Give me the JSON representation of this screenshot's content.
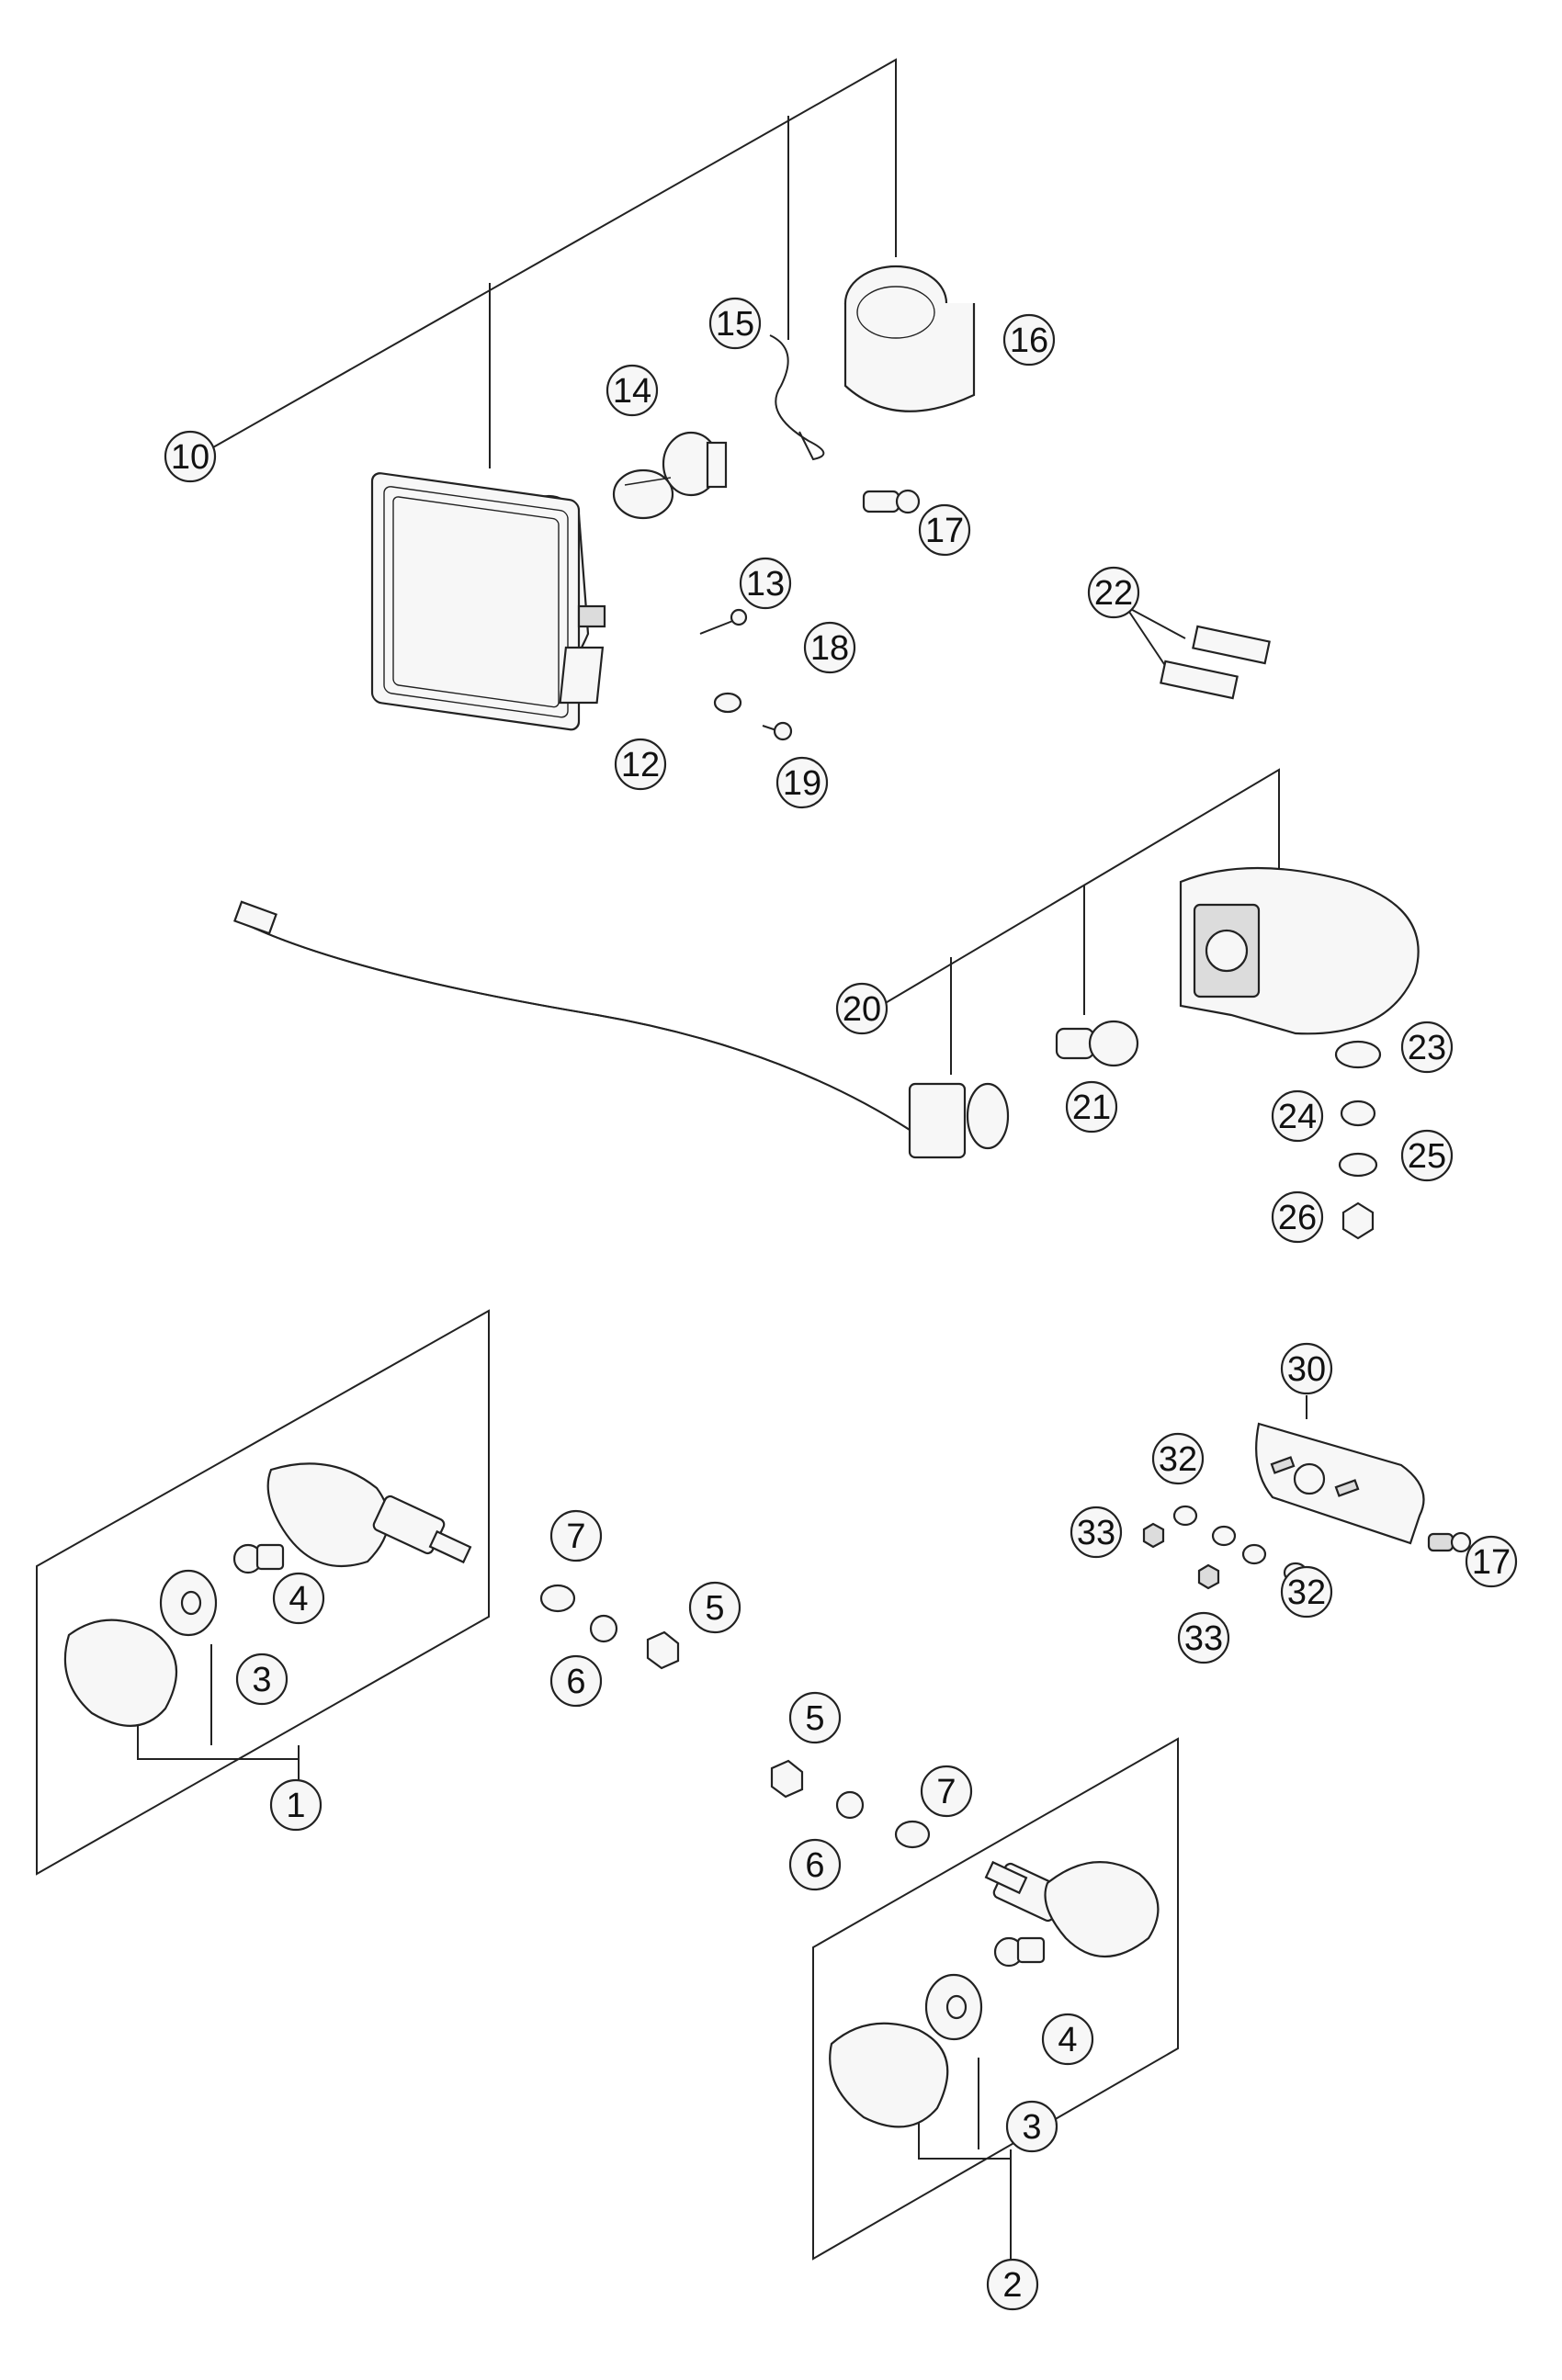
{
  "diagram": {
    "type": "exploded-parts-diagram",
    "callouts": {
      "c10": "10",
      "c14": "14",
      "c15": "15",
      "c16": "16",
      "c17a": "17",
      "c13": "13",
      "c18": "18",
      "c12": "12",
      "c19": "19",
      "c22": "22",
      "c20": "20",
      "c21": "21",
      "c23": "23",
      "c24": "24",
      "c25": "25",
      "c26": "26",
      "c30": "30",
      "c32a": "32",
      "c32b": "32",
      "c33a": "33",
      "c33b": "33",
      "c17b": "17",
      "c7a": "7",
      "c5a": "5",
      "c6a": "6",
      "c4a": "4",
      "c3a": "3",
      "c1": "1",
      "c5b": "5",
      "c6b": "6",
      "c7b": "7",
      "c4b": "4",
      "c3b": "3",
      "c2": "2"
    }
  }
}
